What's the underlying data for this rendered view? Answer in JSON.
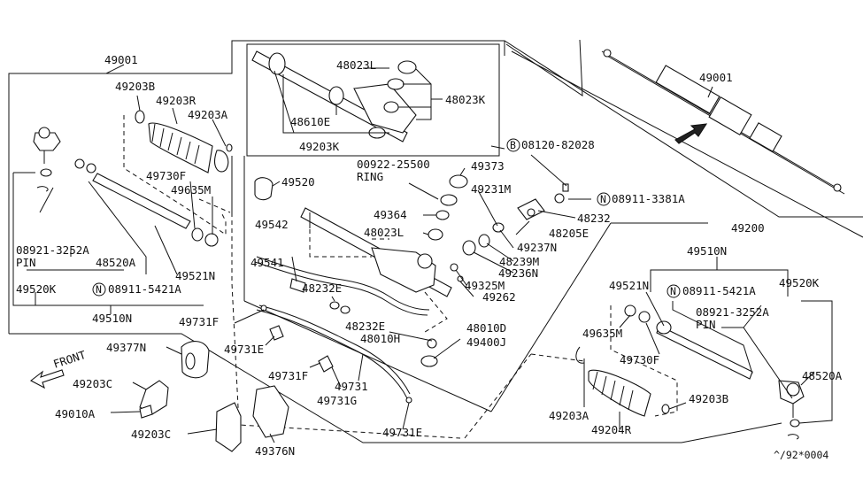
{
  "labels": {
    "l49001_left": "49001",
    "l49203B_tl": "49203B",
    "l49203R": "49203R",
    "l49203A_tl": "49203A",
    "l49730F_l": "49730F",
    "l49635M_l": "49635M",
    "l08921_l": "08921-3252A",
    "l_pin_l": "PIN",
    "l48520A_l": "48520A",
    "l49520K_l": "49520K",
    "l08911_5421_l": "08911-5421A",
    "l49521N_l": "49521N",
    "l49510N_l": "49510N",
    "l48023L_in": "48023L",
    "l48023K": "48023K",
    "l48610E": "48610E",
    "l49203K": "49203K",
    "l49001_right": "49001",
    "l08120": "08120-82028",
    "l00922": "00922-25500",
    "l_ring": "RING",
    "l49373": "49373",
    "l49520": "49520",
    "l49231M": "49231M",
    "l08911_3381": "08911-3381A",
    "l49364": "49364",
    "l48232": "48232",
    "l49200": "49200",
    "l49542": "49542",
    "l48023L_m": "48023L",
    "l48205E": "48205E",
    "l49237N": "49237N",
    "l48239M": "48239M",
    "l49541": "49541",
    "l48232E_a": "48232E",
    "l49236N": "49236N",
    "l49325M": "49325M",
    "l49262": "49262",
    "l49731F_a": "49731F",
    "l48232E_b": "48232E",
    "l48010H": "48010H",
    "l48010D": "48010D",
    "l49400J": "49400J",
    "l49377N": "49377N",
    "l49731E_a": "49731E",
    "l_front": "FRONT",
    "l49731F_b": "49731F",
    "l49203C_a": "49203C",
    "l49731": "49731",
    "l49731G": "49731G",
    "l49010A": "49010A",
    "l49203C_b": "49203C",
    "l49376N": "49376N",
    "l49731E_b": "49731E",
    "l49510N_r": "49510N",
    "l49521N_r": "49521N",
    "l08911_5421_r": "08911-5421A",
    "l49520K_r": "49520K",
    "l08921_r": "08921-3252A",
    "l_pin_r": "PIN",
    "l49635M_r": "49635M",
    "l49730F_r": "49730F",
    "l48520A_r": "48520A",
    "l49203B_r": "49203B",
    "l49203A_r": "49203A",
    "l49204R": "49204R",
    "l_code": "^/92*0004",
    "sym_B": "B",
    "sym_N": "N"
  }
}
